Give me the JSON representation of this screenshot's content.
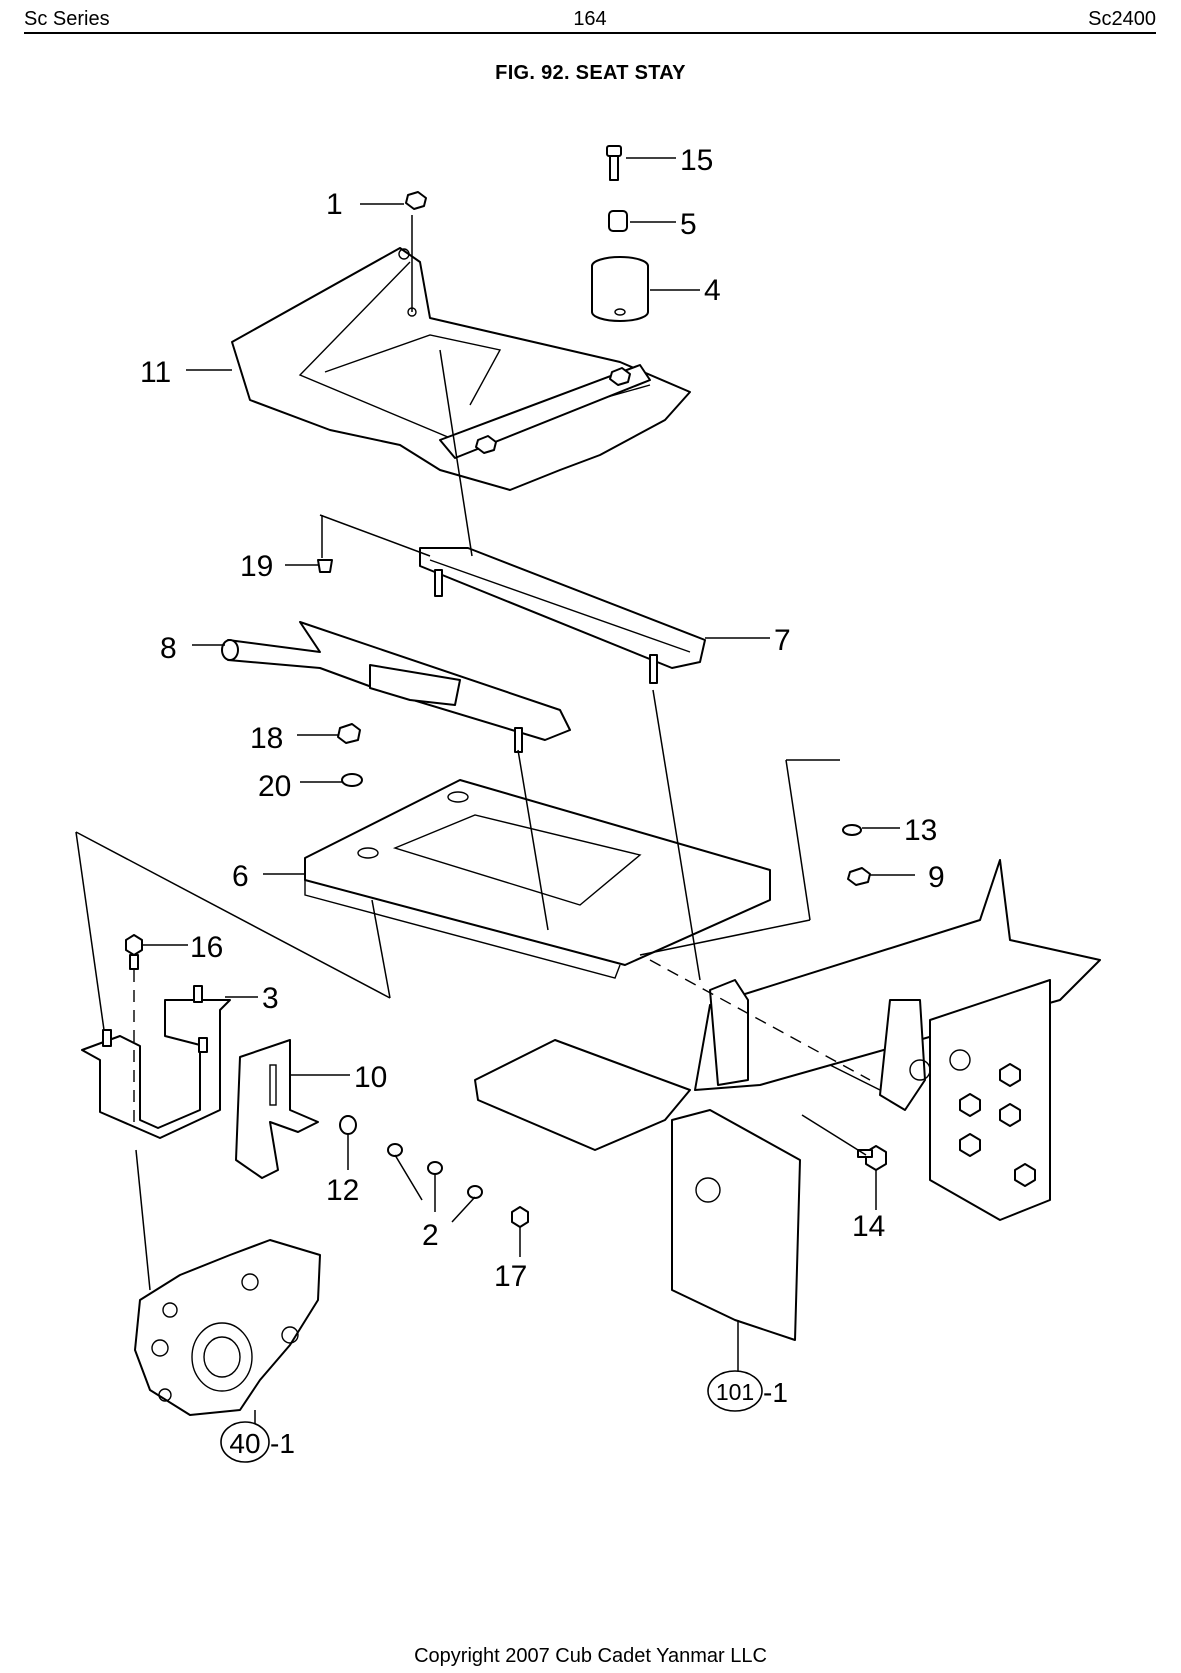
{
  "header": {
    "left": "Sc Series",
    "center": "164",
    "right": "Sc2400"
  },
  "figure": {
    "title": "FIG. 92. SEAT STAY"
  },
  "callouts": [
    {
      "label": "1"
    },
    {
      "label": "2"
    },
    {
      "label": "3"
    },
    {
      "label": "4"
    },
    {
      "label": "5"
    },
    {
      "label": "6"
    },
    {
      "label": "7"
    },
    {
      "label": "8"
    },
    {
      "label": "9"
    },
    {
      "label": "10"
    },
    {
      "label": "11"
    },
    {
      "label": "12"
    },
    {
      "label": "13"
    },
    {
      "label": "14"
    },
    {
      "label": "15"
    },
    {
      "label": "16"
    },
    {
      "label": "17"
    },
    {
      "label": "18"
    },
    {
      "label": "19"
    },
    {
      "label": "20"
    }
  ],
  "references": [
    {
      "circle": "40",
      "suffix": "-1"
    },
    {
      "circle": "101",
      "suffix": "-1"
    }
  ],
  "footer": {
    "copyright": "Copyright 2007 Cub Cadet Yanmar LLC"
  }
}
